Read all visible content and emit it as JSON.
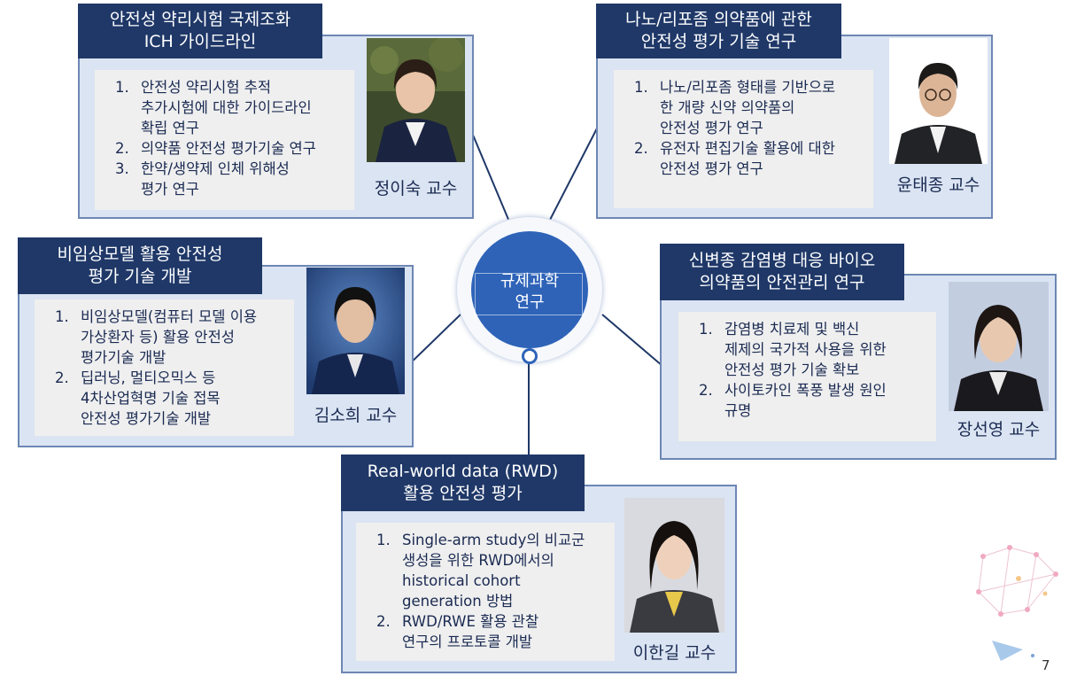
{
  "center": {
    "label": "규제과학\n연구"
  },
  "topics": [
    {
      "title": "안전성 약리시험 국제조화\nICH 가이드라인",
      "items": [
        "안전성 약리시험 추적\n추가시험에 대한 가이드라인\n확립 연구",
        "의약품 안전성 평가기술 연구",
        "한약/생약제 인체 위해성\n평가 연구"
      ],
      "professor": "정이숙 교수"
    },
    {
      "title": "나노/리포좀 의약품에 관한\n안전성 평가 기술 연구",
      "items": [
        "나노/리포좀 형태를 기반으로\n한 개량 신약 의약품의\n안전성 평가 연구",
        "유전자 편집기술 활용에 대한\n안전성 평가 연구"
      ],
      "professor": "윤태종 교수"
    },
    {
      "title": "비임상모델 활용 안전성\n평가 기술 개발",
      "items": [
        "비임상모델(컴퓨터 모델 이용\n가상환자 등) 활용 안전성\n평가기술 개발",
        "딥러닝, 멀티오믹스 등\n4차산업혁명 기술 접목\n안전성 평가기술 개발"
      ],
      "professor": "김소희 교수"
    },
    {
      "title": "신변종 감염병 대응 바이오\n의약품의 안전관리 연구",
      "items": [
        "감염병 치료제 및 백신\n제제의 국가적 사용을 위한\n안전성 평가 기술 확보",
        "사이토카인 폭풍 발생 원인\n규명"
      ],
      "professor": "장선영 교수"
    },
    {
      "title": "Real-world data (RWD)\n활용 안전성 평가",
      "items": [
        "Single-arm study의 비교군\n생성을 위한 RWD에서의\nhistorical cohort\ngeneration 방법",
        "RWD/RWE 활용 관찰\n연구의 프로토콜 개발"
      ],
      "professor": "이한길 교수"
    }
  ],
  "page_number": "7",
  "colors": {
    "header_bg": "#1f3868",
    "card_bg": "#dbe4f2",
    "card_border": "#6d87b4",
    "panel_bg": "#efefef",
    "hub": "#2e63b8",
    "text": "#1a2a52"
  }
}
